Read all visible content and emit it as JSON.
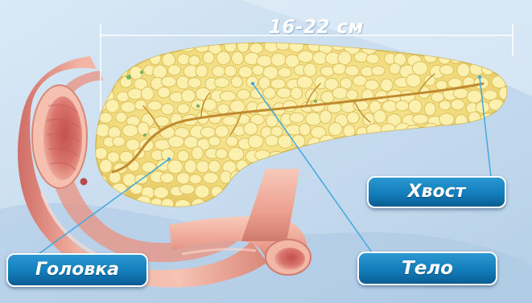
{
  "measurement": {
    "length_label": "16-22 см"
  },
  "labels": {
    "tail": "Хвост",
    "body": "Тело",
    "head": "Головка"
  },
  "colors": {
    "pancreas_fill": "#f2df7c",
    "pancreas_lobule": "#fbf0ae",
    "duodenum": "#f0aa98",
    "callout_fill": "#1583c4",
    "leader_line": "#43a8df",
    "background": "#cfe3f3"
  }
}
